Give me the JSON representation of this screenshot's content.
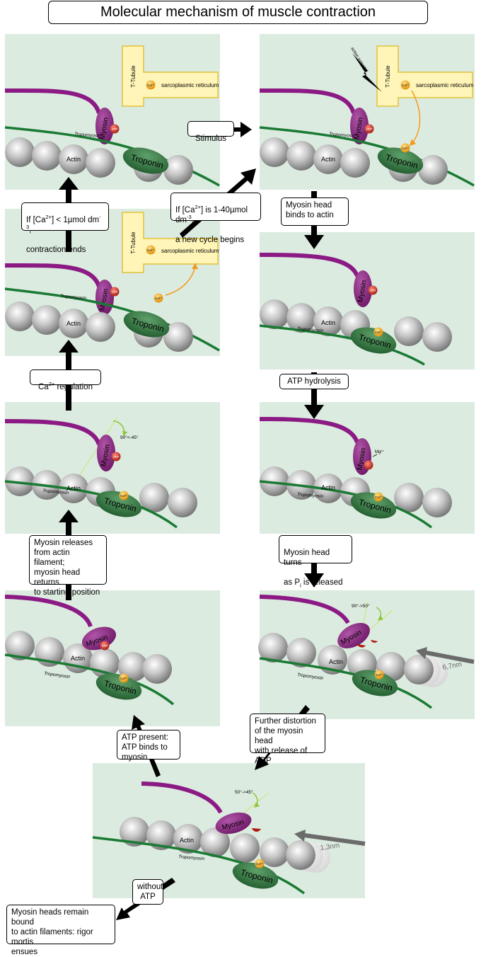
{
  "title": "Molecular mechanism of muscle contraction",
  "diagram_labels": {
    "actin": "Actin",
    "myosin": "Myosin",
    "troponin": "Troponin",
    "tropomyosin": "Tropomyosin",
    "t_tubule": "T-Tubule",
    "sr": "sarcoplasmic reticulum",
    "ca": "Ca²⁺",
    "atp": "ATP",
    "adp": "ADP",
    "mg": "Mg²⁺",
    "action_potential": "action potential",
    "angle_90_45": "90°<-45°",
    "angle_90_50": "90°->50°",
    "angle_50_45": "50°->45°",
    "dist_67": "6,7nm",
    "dist_13": "1,3nm"
  },
  "steps": {
    "stimulus": "Stimulus",
    "ca_low_pre": "If [Ca",
    "ca_low_post": "] < 1µmol dm",
    "ca_low_line2": "contraction ends",
    "ca_range_pre": "If [Ca",
    "ca_range_post": "] is 1-40µmol dm",
    "ca_range_line2": "a new cycle begins",
    "binds": "Myosin head\nbinds to actin",
    "ca_reg_pre": "Ca",
    "ca_reg_post": " regulation",
    "hydrolysis": "ATP hydrolysis",
    "turn_line1": "Myosin head turns",
    "turn_pre": "as P",
    "turn_sub": "i",
    "turn_post": " is released",
    "releases": "Myosin releases\nfrom actin filament;\nmyosin head returns\nto starting position",
    "distortion": "Further distortion\nof the myosin head\nwith release of ADP",
    "atp_present": "ATP present:\nATP binds to\nmyosin",
    "without": "without\nATP",
    "rigor": "Myosin heads remain bound\nto actin filaments: rigor mortis\nensues",
    "sup_2plus": "2+",
    "sup_minus3": "-3",
    "comma_end": ","
  }
}
